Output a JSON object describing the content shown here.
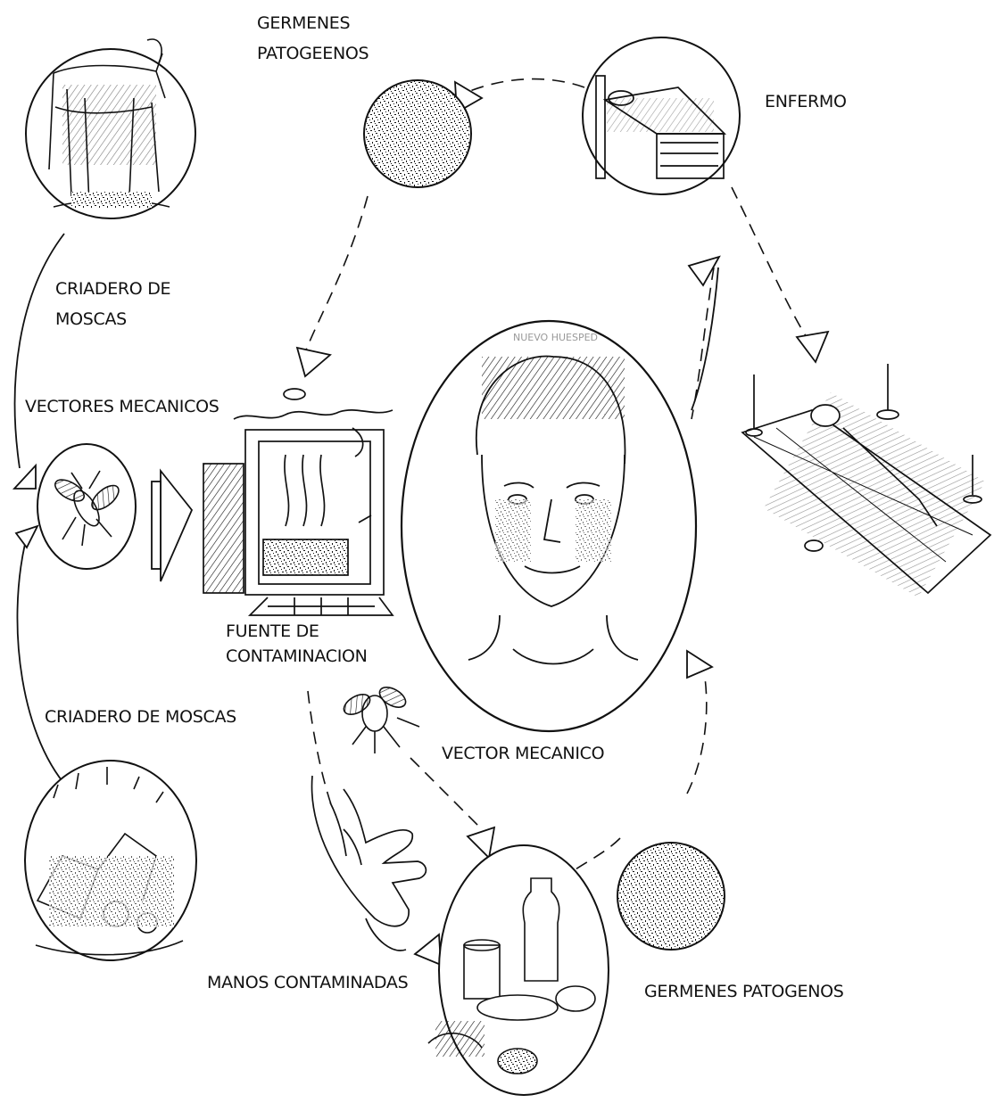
{
  "labels": {
    "germenes_top_line1": "GERMENES",
    "germenes_top_line2": "PATOGEENOS",
    "enfermo": "ENFERMO",
    "criadero_top_line1": "CRIADERO DE",
    "criadero_top_line2": "MOSCAS",
    "vectores_mecanicos": "VECTORES MECANICOS",
    "nuevo_huesped": "NUEVO HUESPED",
    "fuente_line1": "FUENTE DE",
    "fuente_line2": "CONTAMINACION",
    "criadero_bottom": "CRIADERO DE MOSCAS",
    "vector_mecanico": "VECTOR MECANICO",
    "manos_contaminadas": "MANOS CONTAMINADAS",
    "germenes_bottom": "GERMENES PATOGENOS"
  },
  "colors": {
    "ink": "#111111",
    "faint_label": "#9a9a9a",
    "background": "#ffffff"
  }
}
